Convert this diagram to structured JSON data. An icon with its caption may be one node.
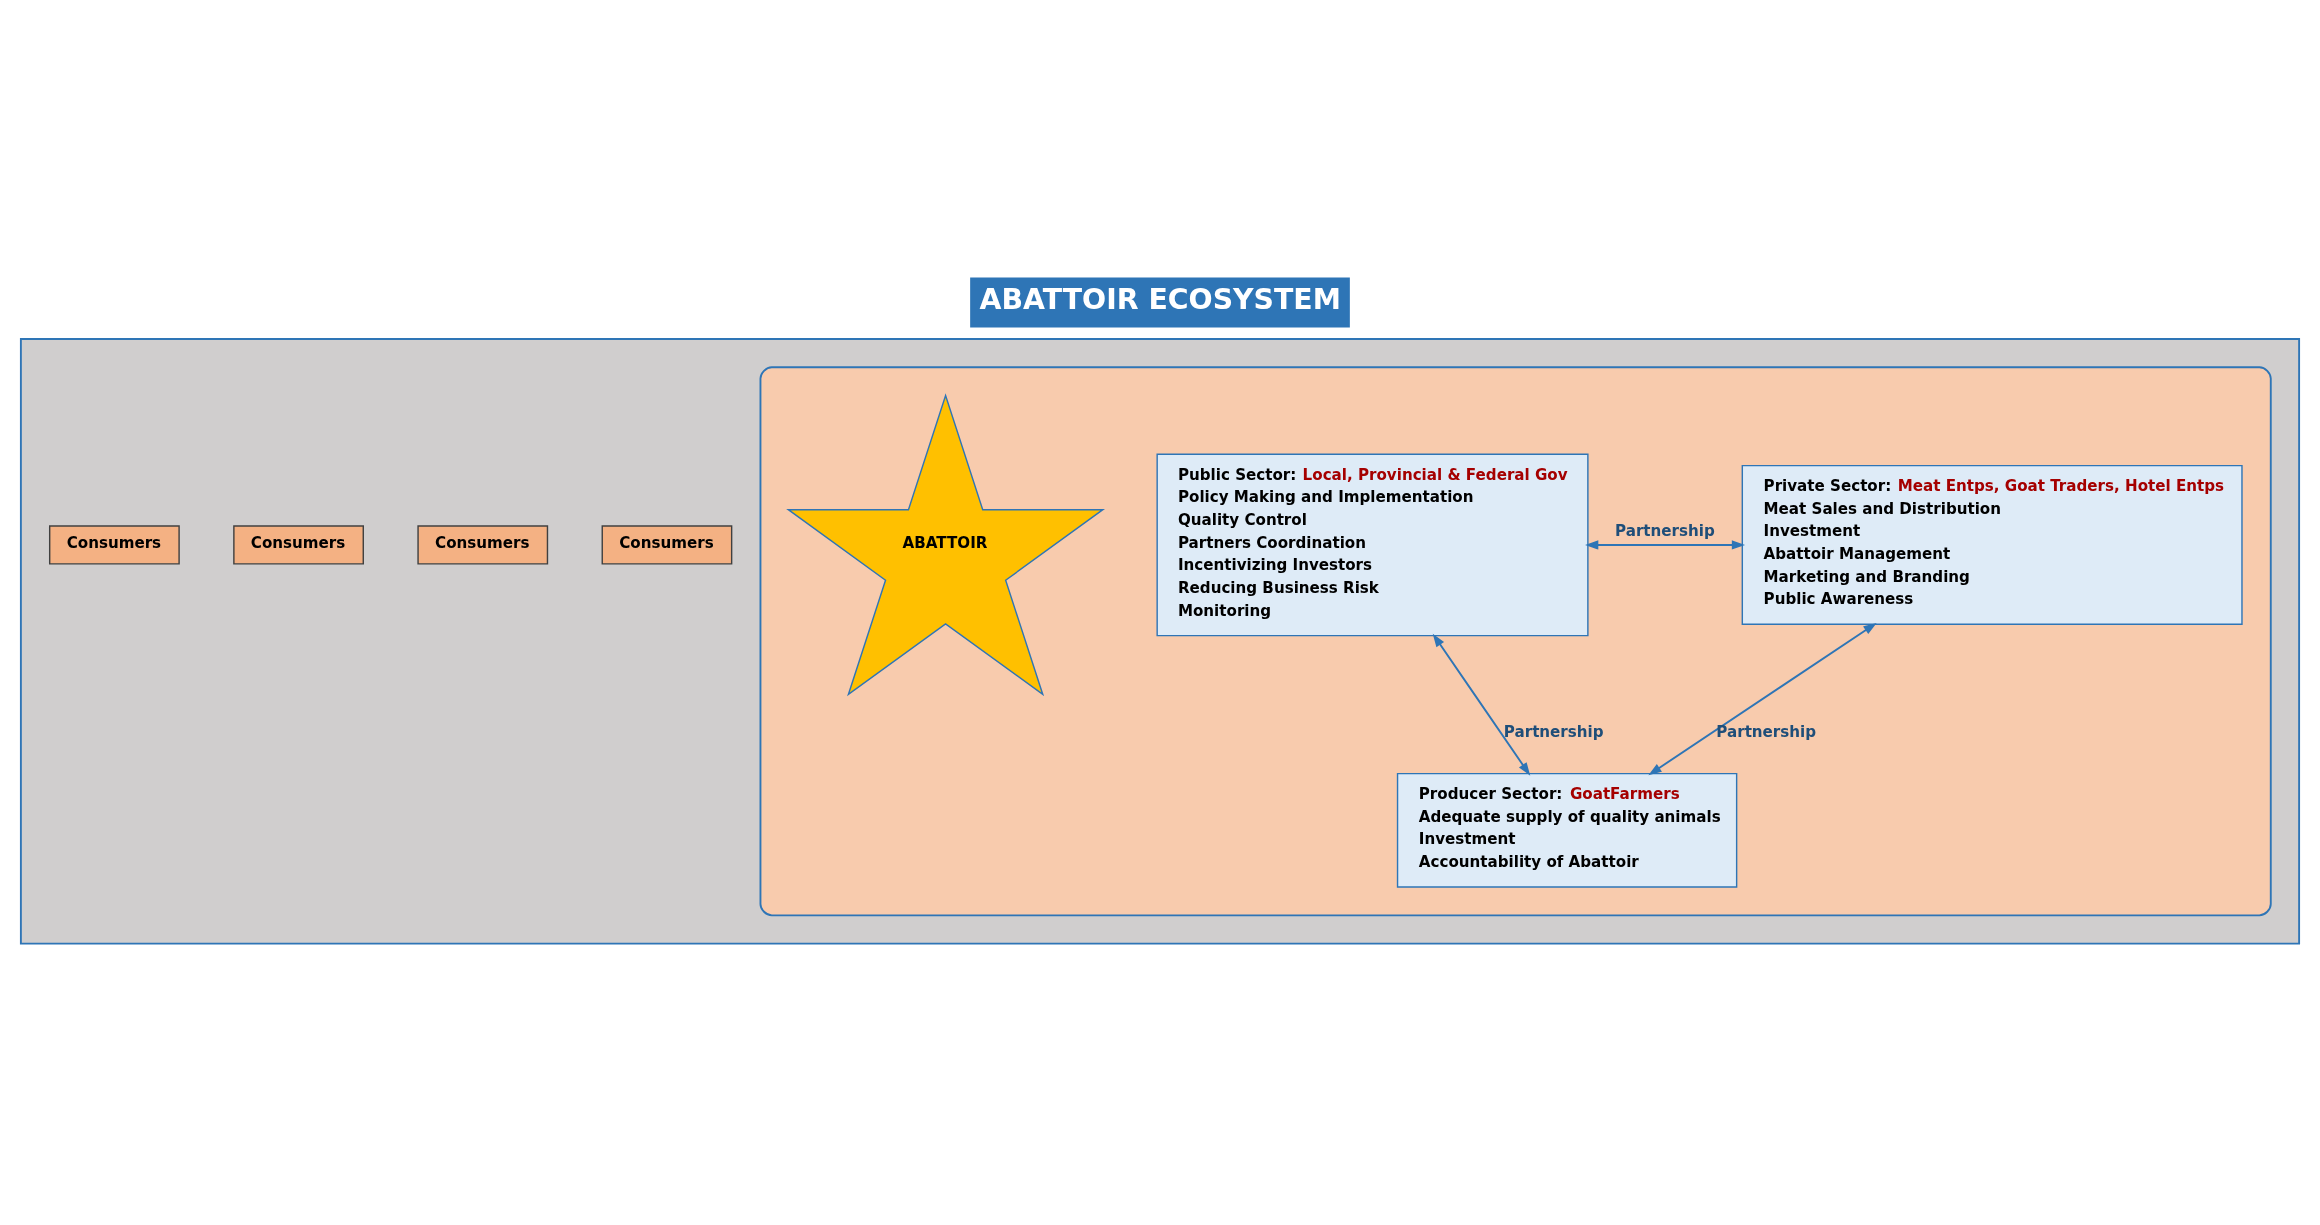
{
  "diagram": {
    "title": "ABATTOIR ECOSYSTEM",
    "nodes": [
      {
        "text": [],
        "shape": "box"
      },
      {
        "text": [
          "Consumers"
        ],
        "in": 0
      },
      {
        "text": [
          "Consumers"
        ],
        "in": 0
      },
      {
        "text": [],
        "shape": "ellipse",
        "in": 0
      },
      {
        "text": [
          "Public Sector:",
          "Local, Provincial & Federal Gov",
          "Policy Making and Implementation",
          "Quality Control",
          "Partners Coordination",
          "Incentivizing Investors",
          "Reducing Business Risk",
          "Monitoring"
        ],
        "in": 3
      },
      {
        "text": [
          "Private Sector:",
          "Meat Entps, Goat Traders, Hotel Entps",
          "Meat Sales and Distribution",
          "Investment",
          "Abattoir Management",
          "Marketing and Branding",
          "Public Awareness"
        ],
        "in": 3
      },
      {
        "text": [
          "ABATTOIR"
        ],
        "in": 3
      },
      {
        "text": [
          "Producer Sector:",
          "GoatFarmers",
          "Adequate supply of quality animals",
          "Investment",
          "Accountability of Abattoir"
        ],
        "in": 3
      },
      {
        "text": [
          "Consumers"
        ],
        "in": 0
      },
      {
        "text": [
          "Consumers"
        ],
        "in": 0
      }
    ],
    "edges": [
      {
        "from": 4,
        "to": 5,
        "arrow": "both",
        "label": "Partnership"
      },
      {
        "from": 4,
        "to": 7,
        "arrow": "both",
        "label": "Partnership"
      },
      {
        "from": 7,
        "to": 5,
        "arrow": "both",
        "label": "Partnership"
      }
    ]
  }
}
